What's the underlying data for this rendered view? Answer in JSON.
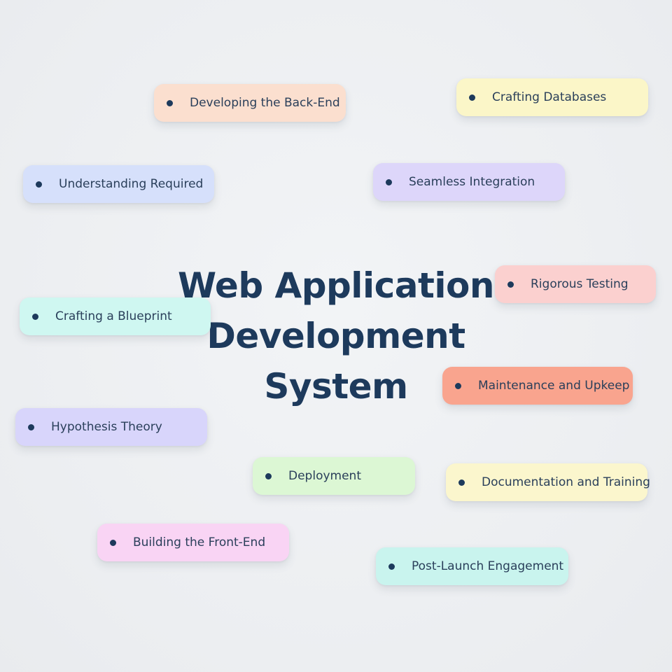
{
  "title": {
    "line1": "Web Application",
    "line2": "Development",
    "line3": "System"
  },
  "nodes": [
    {
      "id": "backend",
      "label": "Developing the Back-End",
      "color": "#fbdfcf"
    },
    {
      "id": "databases",
      "label": "Crafting Databases",
      "color": "#fbf6c8"
    },
    {
      "id": "required",
      "label": "Understanding Required",
      "color": "#d6e0fb"
    },
    {
      "id": "integr",
      "label": "Seamless Integration",
      "color": "#ddd6fa"
    },
    {
      "id": "testing",
      "label": "Rigorous Testing",
      "color": "#fbd0cf"
    },
    {
      "id": "blueprint",
      "label": "Crafting a Blueprint",
      "color": "#cff7f1"
    },
    {
      "id": "maint",
      "label": "Maintenance and Upkeep",
      "color": "#f9a48e"
    },
    {
      "id": "hypo",
      "label": "Hypothesis Theory",
      "color": "#d8d5fb"
    },
    {
      "id": "deploy",
      "label": "Deployment",
      "color": "#dcf7d4"
    },
    {
      "id": "docs",
      "label": "Documentation and Training",
      "color": "#fbf6cd"
    },
    {
      "id": "frontend",
      "label": "Building the Front-End",
      "color": "#f9d4f4"
    },
    {
      "id": "postlaunch",
      "label": "Post-Launch Engagement",
      "color": "#c9f4ee"
    }
  ],
  "colors": {
    "text": "#1d3a5c",
    "background": "#eef0f3"
  }
}
